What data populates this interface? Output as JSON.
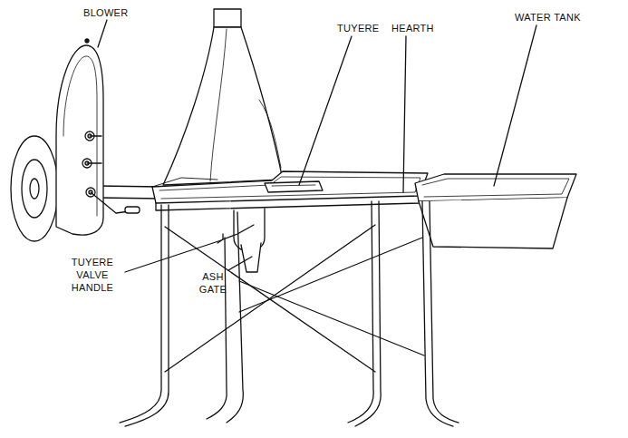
{
  "diagram": {
    "labels": [
      "BLOWER",
      "TUYERE",
      "HEARTH",
      "WATER TANK",
      "TUYERE VALVE HANDLE",
      "ASH GATE"
    ]
  }
}
